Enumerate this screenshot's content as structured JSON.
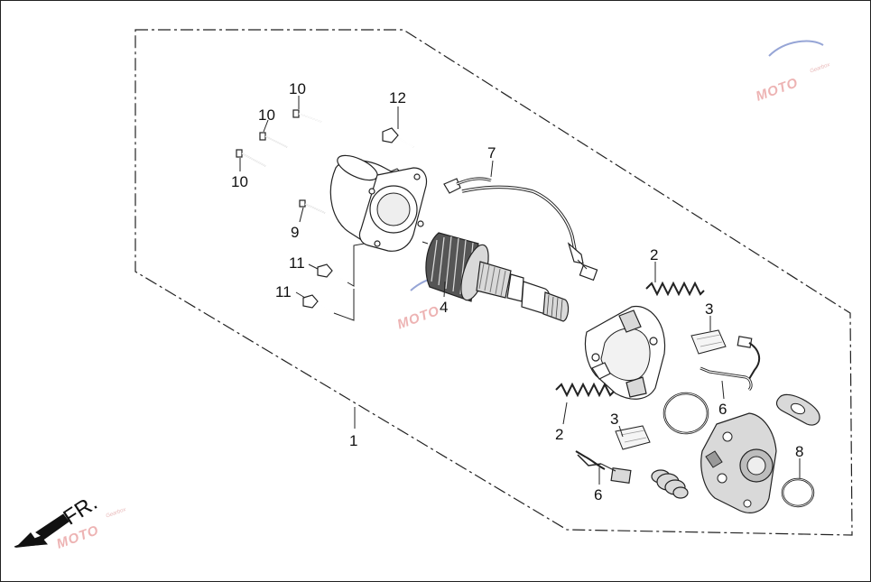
{
  "diagram": {
    "direction_label": "FR.",
    "watermark": {
      "text": "MOTO",
      "subtext": "Gearbox"
    },
    "colors": {
      "line": "#222222",
      "watermark": "#e89a9a",
      "accent_blue": "#6a7fc4"
    },
    "callouts": {
      "assembly_1": "1",
      "spring_2a": "2",
      "spring_2b": "2",
      "brush_3a": "3",
      "brush_3b": "3",
      "armature_4": "4",
      "terminal_6a": "6",
      "terminal_6b": "6",
      "wire_7": "7",
      "oring_8": "8",
      "bolt_9": "9",
      "bolt_10a": "10",
      "bolt_10b": "10",
      "bolt_10c": "10",
      "bolt_11a": "11",
      "bolt_11b": "11",
      "bolt_12": "12"
    }
  }
}
